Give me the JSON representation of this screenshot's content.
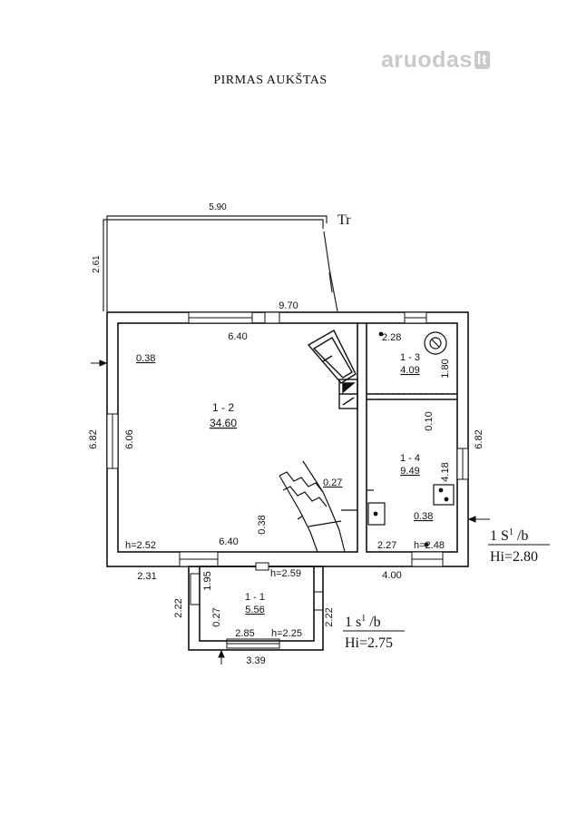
{
  "title": "PIRMAS AUKŠTAS",
  "logo": {
    "text": "aruodas",
    "suffix": "lt",
    "color": "#c9c9c9"
  },
  "terrace": {
    "label": "Tr",
    "width": "5.90",
    "depth": "2.61"
  },
  "rooms": {
    "r12": {
      "id": "1 - 2",
      "area": "34.60",
      "height": "h=2.52"
    },
    "r13": {
      "id": "1 - 3",
      "area": "4.09"
    },
    "r14": {
      "id": "1 - 4",
      "area": "9.49",
      "height": "h=2.48"
    },
    "r11": {
      "id": "1 - 1",
      "area": "5.56",
      "height": "h=2.25"
    }
  },
  "dimensions": {
    "overall_width": "9.70",
    "main_room_width_top": "6.40",
    "main_room_width_bottom": "6.40",
    "left_height": "6.82",
    "right_height": "6.82",
    "inner_height": "6.06",
    "wall_thickness_left": "0.38",
    "stair_wall": "0.38",
    "partition": "0.27",
    "r13_width": "2.28",
    "r13_depth": "1.80",
    "r14_partition": "0.10",
    "r14_depth": "4.18",
    "r14_wall": "0.38",
    "r14_width": "2.27",
    "right_wing_width": "4.00",
    "vestibule_offset": "2.31",
    "vestibule_inner_height": "1.95",
    "vestibule_door_height": "h=2.59",
    "vestibule_left": "2.22",
    "vestibule_wall": "0.27",
    "vestibule_right": "2.22",
    "vestibule_inner_width": "2.85",
    "vestibule_outer_width": "3.39"
  },
  "classes": {
    "main": {
      "code_base": "1 S",
      "code_sup": "1",
      "code_suffix": " /b",
      "height": "Hi=2.80"
    },
    "vestibule": {
      "code_base": "1 s",
      "code_sup": "1",
      "code_suffix": " /b",
      "height": "Hi=2.75"
    }
  }
}
